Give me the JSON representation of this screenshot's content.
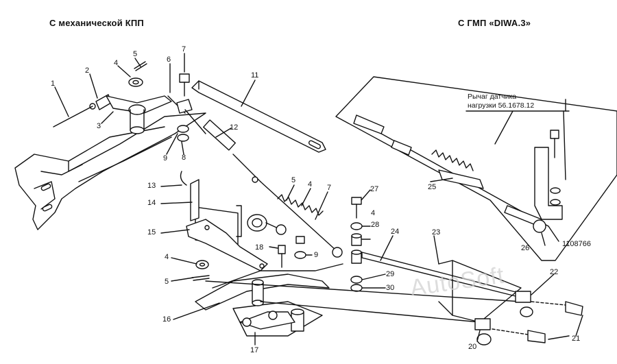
{
  "titles": {
    "left": "С механической КПП",
    "right": "С ГМП «DIWA.3»"
  },
  "callout": {
    "line1": "Рычаг датчика",
    "line2": "нагрузки  56.1678.12"
  },
  "part_number": "1108766",
  "watermark": "AutoSoft",
  "labels": {
    "l1": "1",
    "l2": "2",
    "l3": "3",
    "l4a": "4",
    "l5a": "5",
    "l6": "6",
    "l7a": "7",
    "l8": "8",
    "l9a": "9",
    "l11": "11",
    "l12": "12",
    "l13": "13",
    "l14": "14",
    "l15": "15",
    "l4b": "4",
    "l5b": "5",
    "l16": "16",
    "l17": "17",
    "l18": "18",
    "l9b": "9",
    "l5c": "5",
    "l4c": "4",
    "l7b": "7",
    "l27": "27",
    "l4d": "4",
    "l28": "28",
    "l24": "24",
    "l23": "23",
    "l29": "29",
    "l30": "30",
    "l22": "22",
    "l21": "21",
    "l20": "20",
    "l25": "25",
    "l26": "26"
  }
}
